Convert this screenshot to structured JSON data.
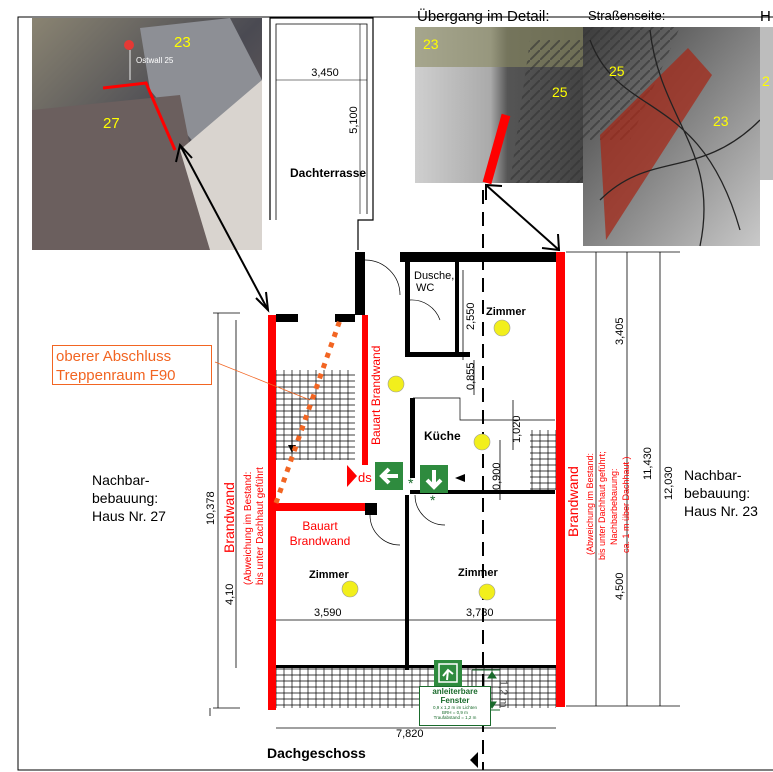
{
  "photos": {
    "aerial": {
      "address_label": "Ostwall 25",
      "label_23": "23",
      "label_27": "27"
    },
    "detail": {
      "title": "Übergang im Detail:",
      "label_23": "23",
      "label_25": "25"
    },
    "street": {
      "title": "Straßenseite:",
      "label_25": "25",
      "label_23": "23"
    },
    "partial": {
      "title": "H",
      "label": "2"
    }
  },
  "plan": {
    "title": "Dachgeschoss",
    "terrace": {
      "label": "Dachterrasse",
      "width": "3,450",
      "depth": "5,100"
    },
    "rooms": {
      "shower": "Dusche,\nWC",
      "shower_line1": "Dusche,",
      "shower_line2": "WC",
      "room_top_right": "Zimmer",
      "kitchen": "Küche",
      "room_bottom_left": "Zimmer",
      "room_bottom_right": "Zimmer"
    },
    "walls": {
      "left_fire_wall": "Brandwand",
      "left_fire_wall_note_1": "(Abweichung im Bestand:",
      "left_fire_wall_note_2": "bis unter Dachhaut geführt",
      "right_fire_wall": "Brandwand",
      "right_fire_wall_note_1": "(Abweichung im Bestand:",
      "right_fire_wall_note_2": "bis unter Dachhaut geführt;",
      "right_fire_wall_note_3": "Nachbarbebauung:",
      "right_fire_wall_note_4": "ca. 1 m über Dachhaut )",
      "inner_vertical": "Bauart Brandwand",
      "inner_horizontal_1": "Bauart",
      "inner_horizontal_2": "Brandwand"
    },
    "callout": {
      "line1": "oberer Abschluss",
      "line2": "Treppenraum F90"
    },
    "neighbors": {
      "left": {
        "line1": "Nachbar-",
        "line2": "bebauung:",
        "line3": "Haus Nr. 27"
      },
      "right": {
        "line1": "Nachbar-",
        "line2": "bebauung:",
        "line3": "Haus Nr. 23"
      }
    },
    "dimensions": {
      "d2550": "2,550",
      "d0855": "0,855",
      "d1020": "1,020",
      "d0900": "0,900",
      "d3405": "3,405",
      "d11430": "11,430",
      "d12030": "12,030",
      "d4500": "4,500",
      "d10378": "10,378",
      "d4100": "4,10",
      "d3590": "3,590",
      "d3730": "3,730",
      "d7820": "7,820",
      "d1_2m": "1,2 m"
    },
    "exit_sign_label": "ds",
    "window": {
      "title1": "anleiterbare",
      "title2": "Fenster",
      "note1": "0,9 x 1,2 m im Lichten",
      "note2": "BRH = 0,9 m",
      "note3": "Traufabstand = 1,2 m"
    }
  },
  "colors": {
    "fire_wall": "#ff0000",
    "callout": "#f26522",
    "exit_green": "#2e8b3e",
    "lamp": "#f2ef1c",
    "photo_label": "#ffff00"
  }
}
